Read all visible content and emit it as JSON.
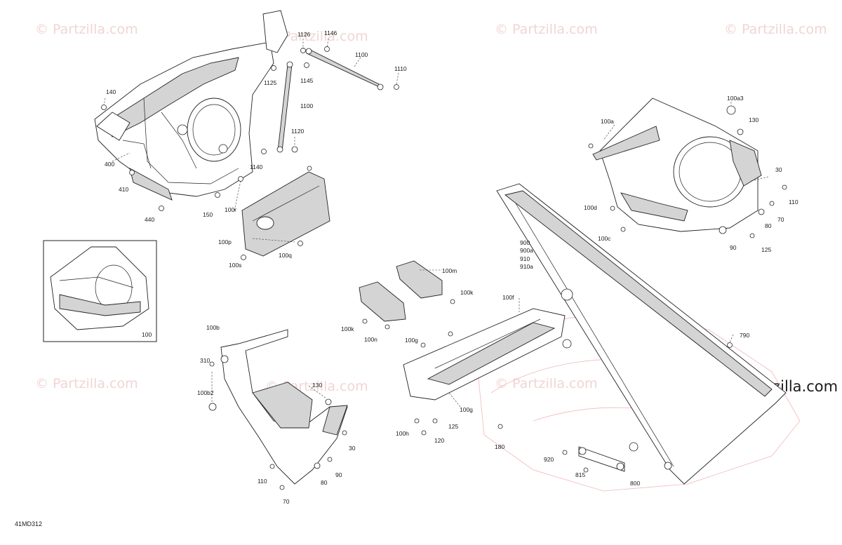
{
  "watermarks": [
    "© Partzilla.com",
    "© Partzilla.com",
    "© Partzilla.com",
    "© Partzilla.com",
    "© Partzilla.com",
    "© Partzilla.com",
    "© Partzilla.com",
    "© Partzilla.com"
  ],
  "watermark_main": "© Partzilla.com",
  "diagram_code": "41MD312",
  "inset_label": "100",
  "labels": {
    "l1126": "1126",
    "l1146": "1146",
    "l1100a": "1100",
    "l1110": "1110",
    "l1125": "1125",
    "l1145": "1145",
    "l1100b": "1100",
    "l140": "140",
    "l1120": "1120",
    "l1140": "1140",
    "l400": "400",
    "l410": "410",
    "l440": "440",
    "l150": "150",
    "l100r": "100r",
    "l100p": "100p",
    "l100s": "100s",
    "l100q": "100q",
    "l100a3": "100a3",
    "l100a": "100a",
    "l130a": "130",
    "l30a": "30",
    "l110a": "110",
    "l100d": "100d",
    "l80a": "80",
    "l70a": "70",
    "l100c": "100c",
    "l90a": "90",
    "l125a": "125",
    "l900": "900",
    "l900a": "900a",
    "l910": "910",
    "l910a": "910a",
    "l100m": "100m",
    "l100k1": "100k",
    "l100k2": "100k",
    "l100n": "100n",
    "l100f": "100f",
    "l100g1": "100g",
    "l100g2": "100g",
    "l125b": "125",
    "l100h": "100h",
    "l120": "120",
    "l180": "180",
    "l790": "790",
    "l920": "920",
    "l815": "815",
    "l800": "800",
    "l100b": "100b",
    "l310": "310",
    "l100b2": "100b2",
    "l130b": "130",
    "l30b": "30",
    "l110b": "110",
    "l80b": "80",
    "l90b": "90",
    "l70b": "70"
  }
}
